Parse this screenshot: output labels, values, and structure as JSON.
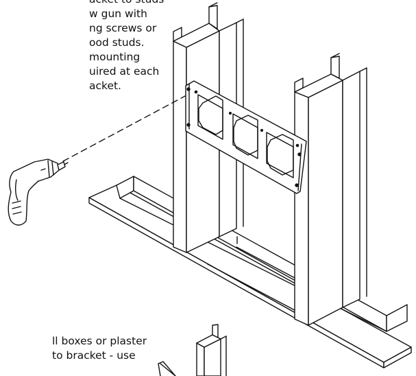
{
  "instructions_top": [
    "acket to studs",
    "w gun with",
    "ng screws or",
    "ood studs.",
    "mounting",
    "uired at each",
    "acket."
  ],
  "instructions_bottom": [
    "ll boxes or plaster",
    "to bracket - use"
  ],
  "colors": {
    "line": "#111111",
    "fill": "#ffffff"
  },
  "icons": [
    "drill-icon",
    "mounting-bracket-icon"
  ]
}
